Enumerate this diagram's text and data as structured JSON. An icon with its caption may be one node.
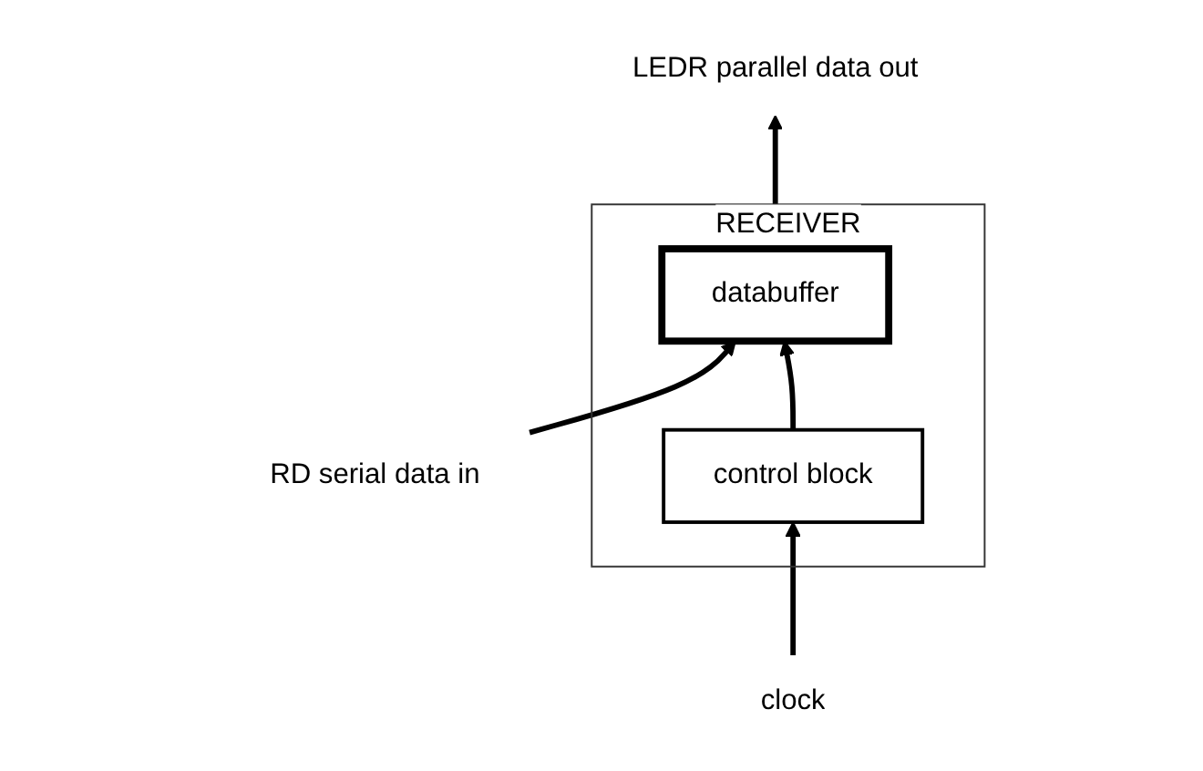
{
  "diagram": {
    "nodes": [
      {
        "text": [
          "RECEIVER"
        ]
      },
      {
        "text": [
          "databuffer"
        ],
        "in": 0
      },
      {
        "text": [
          "control block"
        ],
        "in": 0
      },
      {
        "text": [
          "LEDR parallel data out"
        ]
      },
      {
        "text": [
          "RD serial data in"
        ]
      },
      {
        "text": [
          "clock"
        ]
      }
    ],
    "edges": [
      {
        "from": 1,
        "to": 3,
        "arrow": "to"
      },
      {
        "from": 4,
        "to": 1,
        "arrow": "to"
      },
      {
        "from": 2,
        "to": 1,
        "arrow": "to"
      },
      {
        "from": 5,
        "to": 2,
        "arrow": "to"
      }
    ]
  }
}
